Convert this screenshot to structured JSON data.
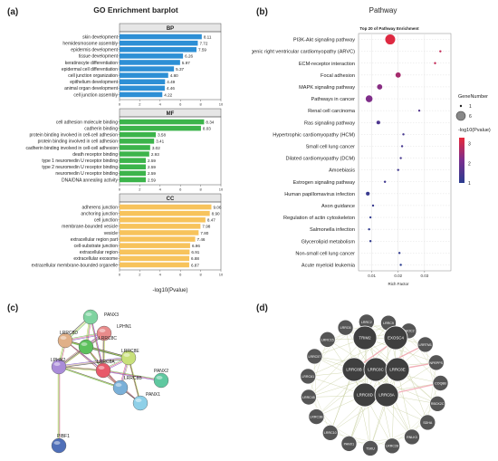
{
  "panels": {
    "a": "(a)",
    "b": "(b)",
    "c": "(c)",
    "d": "(d)"
  },
  "colors": {
    "bp": "#2d8fd5",
    "mf": "#3cb44b",
    "cc": "#f7c35c",
    "scale_high": "#e8283a",
    "scale_mid": "#7a2e8e",
    "scale_low": "#2a3c8f",
    "network_edge": "#c8cfa0",
    "network_edge_pink": "#f2a7b2",
    "node_gray": "#555555"
  },
  "chart_data": [
    {
      "type": "bar",
      "orientation": "horizontal",
      "title": "GO Enrichment barplot",
      "xlabel": "-log10(Pvalue)",
      "xlim": [
        0,
        10
      ],
      "xticks": [
        "0",
        "2",
        "4",
        "6",
        "8",
        "10"
      ],
      "groups": [
        {
          "name": "BP",
          "categories": [
            "skin development",
            "hemidesmosome assembly",
            "epidermis development",
            "tissue development",
            "keratinocyte differentiation",
            "epidermal cell differentiation",
            "cell junction organization",
            "epithelium development",
            "animal organ development",
            "cell junction assembly"
          ],
          "values": [
            8.11,
            7.72,
            7.59,
            6.26,
            5.97,
            5.37,
            4.8,
            4.49,
            4.46,
            4.22
          ],
          "labels": [
            "8.11",
            "7.72",
            "7.59",
            "6.26",
            "5.97",
            "5.37",
            "4.80",
            "4.49",
            "4.46",
            "4.22"
          ]
        },
        {
          "name": "MF",
          "categories": [
            "cell adhesion molecule binding",
            "cadherin binding",
            "protein binding involved in cell-cell adhesion",
            "protein binding involved in cell adhesion",
            "cadherin binding involved in cell-cell adhesion",
            "death receptor binding",
            "type 1 neuromedin U receptor binding",
            "type 2 neuromedin U receptor binding",
            "neuromedin U receptor binding",
            "DNA/DNA annealing activity"
          ],
          "values": [
            8.34,
            8.03,
            3.58,
            3.41,
            3.02,
            2.93,
            2.59,
            2.59,
            2.59,
            2.59
          ],
          "labels": [
            "8.34",
            "8.03",
            "3.58",
            "3.41",
            "3.02",
            "2.93",
            "2.59",
            "2.59",
            "2.59",
            "2.59"
          ]
        },
        {
          "name": "CC",
          "categories": [
            "adherens junction",
            "anchoring junction",
            "cell junction",
            "membrane-bounded vesicle",
            "vesicle",
            "extracellular region part",
            "cell-substrate junction",
            "extracellular region",
            "extracellular exosome",
            "extracellular membrane-bounded organelle"
          ],
          "values": [
            9.06,
            8.9,
            8.47,
            7.98,
            7.8,
            7.46,
            6.96,
            6.91,
            6.88,
            6.87
          ],
          "labels": [
            "9.06",
            "8.90",
            "8.47",
            "7.98",
            "7.80",
            "7.46",
            "6.96",
            "6.91",
            "6.88",
            "6.87"
          ]
        }
      ]
    },
    {
      "type": "scatter",
      "title": "Pathway",
      "subtitle": "Top 20 of Pathway Enrichment",
      "xlabel": "Rich Factor",
      "xlim": [
        0.005,
        0.04
      ],
      "xticks": [
        0.01,
        0.02,
        0.03
      ],
      "xtick_labels": [
        "0.01",
        "0.02",
        "0.03"
      ],
      "categories": [
        "PI3K-Akt signaling pathway",
        "Arrhythmogenic right ventricular cardiomyopathy (ARVC)",
        "ECM-receptor interaction",
        "Focal adhesion",
        "MAPK signaling pathway",
        "Pathways in cancer",
        "Renal cell carcinoma",
        "Ras signaling pathway",
        "Hypertrophic cardiomyopathy (HCM)",
        "Small cell lung cancer",
        "Dilated cardiomyopathy (DCM)",
        "Amoebiasis",
        "Estrogen signaling pathway",
        "Human papillomavirus infection",
        "Axon guidance",
        "Regulation of actin cytoskeleton",
        "Salmonella infection",
        "Glycerolipid metabolism",
        "Non-small cell lung cancer",
        "Acute myeloid leukemia"
      ],
      "rich_factor": [
        0.017,
        0.036,
        0.034,
        0.02,
        0.013,
        0.009,
        0.028,
        0.0125,
        0.022,
        0.0215,
        0.021,
        0.02,
        0.015,
        0.0085,
        0.0105,
        0.0095,
        0.009,
        0.0095,
        0.0205,
        0.021
      ],
      "gene_number": [
        6,
        1,
        1,
        3,
        3,
        4,
        1,
        2,
        1,
        1,
        1,
        1,
        1,
        2,
        1,
        1,
        1,
        1,
        1,
        1
      ],
      "neg_log10_pvalue": [
        3.2,
        2.9,
        2.9,
        2.6,
        2.3,
        2.2,
        1.6,
        1.5,
        1.4,
        1.4,
        1.4,
        1.3,
        1.3,
        1.2,
        1.2,
        1.1,
        1.1,
        1.1,
        1.1,
        1.0
      ],
      "legend": {
        "size_title": "GeneNumber",
        "size_labels": [
          "1",
          "6"
        ],
        "color_title": "-log10(Pvalue)",
        "color_ticks": [
          "3",
          "2",
          "1"
        ],
        "placement": "right"
      }
    }
  ],
  "ppi_network": {
    "nodes": [
      {
        "label": "PANX3",
        "color": "#7fd3a0"
      },
      {
        "label": "LPHN1",
        "color": "#e88b8b"
      },
      {
        "label": "LRRC8D",
        "color": "#e0b088"
      },
      {
        "label": "LRRC8C",
        "color": "#5cc05c"
      },
      {
        "label": "LRRC8E",
        "color": "#c8e07a"
      },
      {
        "label": "LPHN2",
        "color": "#a98bd8"
      },
      {
        "label": "LRRC8A",
        "color": "#e85a6a"
      },
      {
        "label": "LRRC8B",
        "color": "#7ab0d8"
      },
      {
        "label": "PANX2",
        "color": "#5fc8a0"
      },
      {
        "label": "PANX1",
        "color": "#8ed0e8"
      },
      {
        "label": "PIBF1",
        "color": "#4f6fb8"
      }
    ]
  },
  "gene_network": {
    "center_nodes": [
      "TRIM2",
      "EXOSC4",
      "LRRC8B",
      "LRRC8C",
      "LRRC8E",
      "LRRC8D",
      "LRRC8A"
    ],
    "outer_nodes": [
      "SHOC2",
      "LRRTM1",
      "NPEPPS",
      "COQ8B",
      "RBCK2C",
      "SDHA",
      "RNLK3",
      "LRRC28",
      "TSKU",
      "PANX1",
      "LRRC10",
      "LRRC3B",
      "LRRC45",
      "LRRC61",
      "LRRC57",
      "LRRC15",
      "LRRC6",
      "LRRC2",
      "LRRC9"
    ]
  }
}
